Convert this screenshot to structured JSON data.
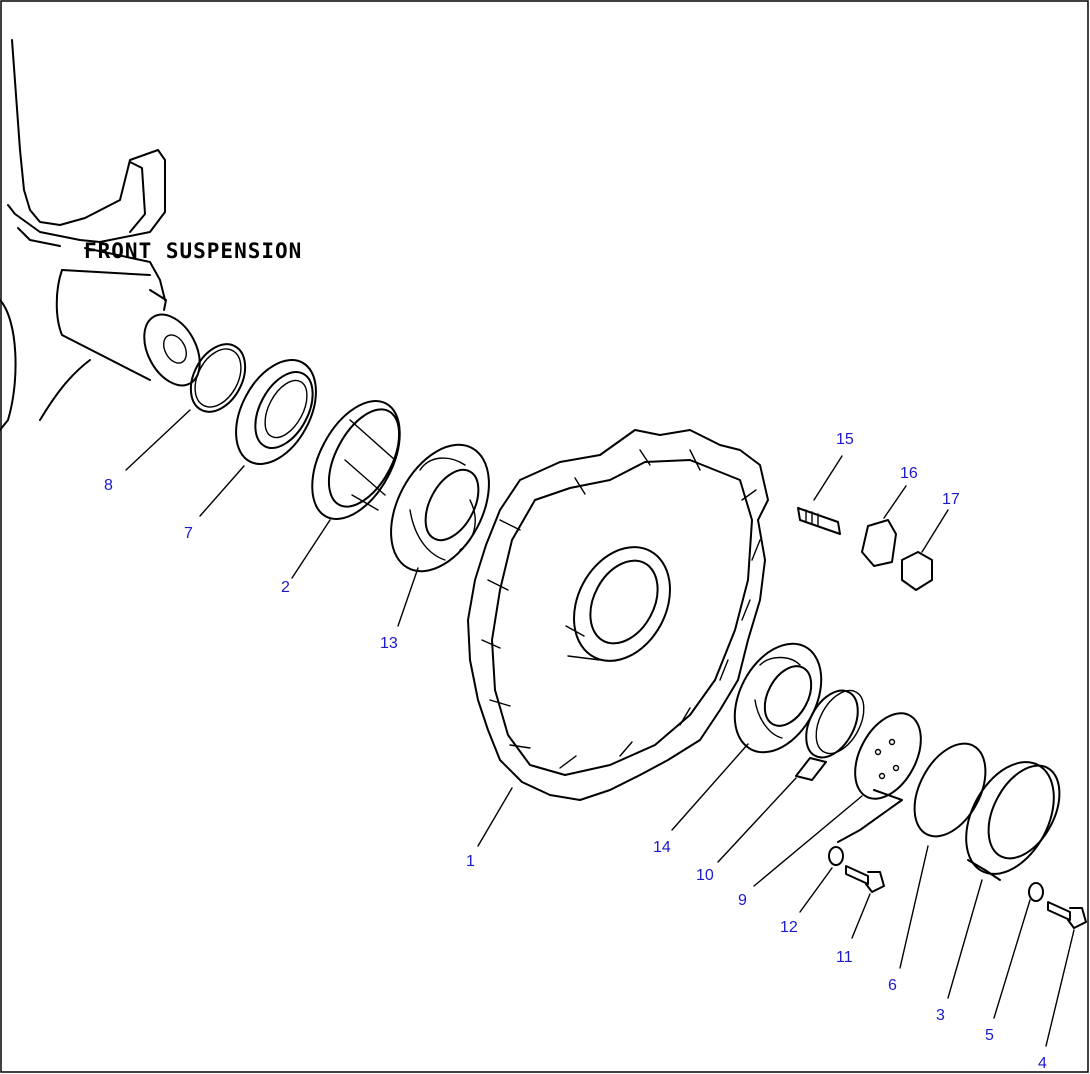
{
  "diagram": {
    "caption": "FRONT SUSPENSION",
    "colors": {
      "callout": "#1a1acc",
      "line": "#000000",
      "background": "#ffffff"
    },
    "callouts": [
      {
        "id": "c1",
        "label": "1"
      },
      {
        "id": "c2",
        "label": "2"
      },
      {
        "id": "c3",
        "label": "3"
      },
      {
        "id": "c4",
        "label": "4"
      },
      {
        "id": "c5",
        "label": "5"
      },
      {
        "id": "c6",
        "label": "6"
      },
      {
        "id": "c7",
        "label": "7"
      },
      {
        "id": "c8",
        "label": "8"
      },
      {
        "id": "c9",
        "label": "9"
      },
      {
        "id": "c10",
        "label": "10"
      },
      {
        "id": "c11",
        "label": "11"
      },
      {
        "id": "c12",
        "label": "12"
      },
      {
        "id": "c13",
        "label": "13"
      },
      {
        "id": "c14",
        "label": "14"
      },
      {
        "id": "c15",
        "label": "15"
      },
      {
        "id": "c16",
        "label": "16"
      },
      {
        "id": "c17",
        "label": "17"
      }
    ]
  }
}
